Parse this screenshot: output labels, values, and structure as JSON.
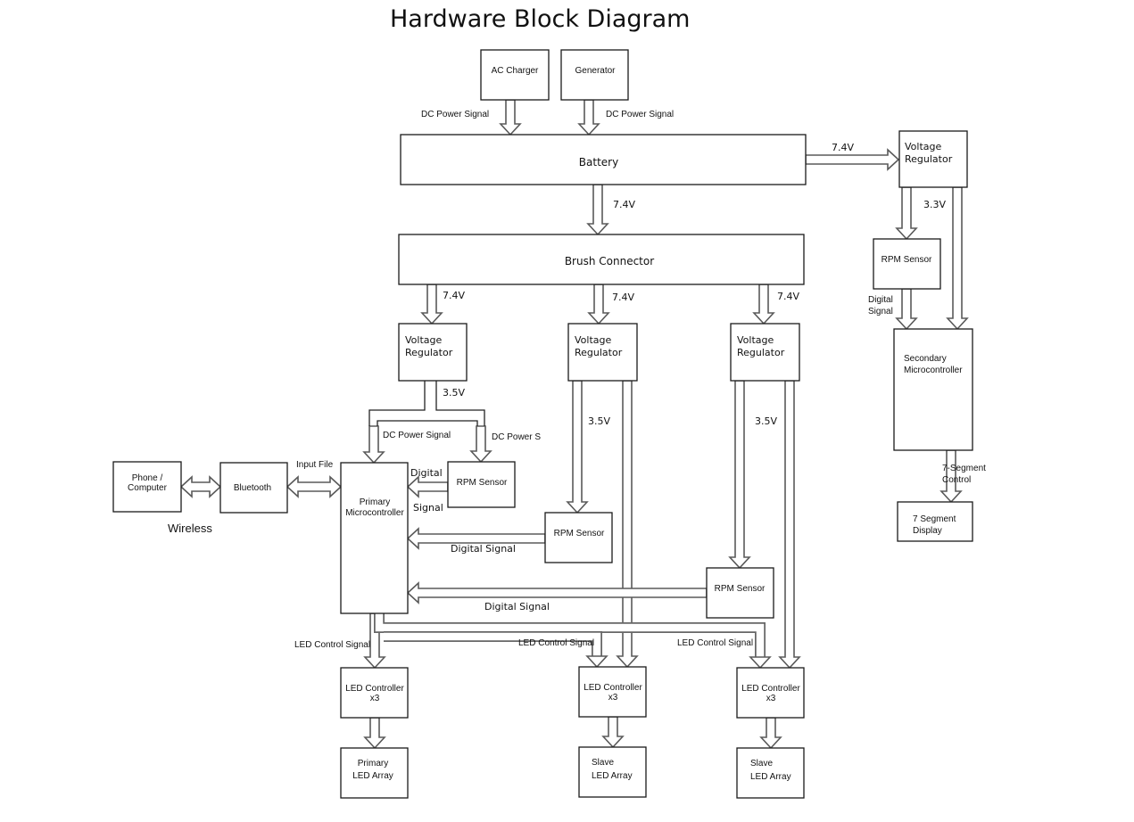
{
  "title": "Hardware Block Diagram",
  "blocks": {
    "ac_charger": "AC Charger",
    "generator": "Generator",
    "battery": "Battery",
    "brush_connector": "Brush Connector",
    "vreg_top": [
      "Voltage",
      "Regulator"
    ],
    "vreg_1": [
      "Voltage",
      "Regulator"
    ],
    "vreg_2": [
      "Voltage",
      "Regulator"
    ],
    "vreg_3": [
      "Voltage",
      "Regulator"
    ],
    "rpm_top": "RPM Sensor",
    "rpm_1": "RPM Sensor",
    "rpm_2": "RPM Sensor",
    "rpm_3": "RPM Sensor",
    "secondary_mcu": [
      "Secondary",
      "Microcontroller"
    ],
    "seven_seg": [
      "7 Segment",
      "Display"
    ],
    "phone": [
      "Phone /",
      "Computer"
    ],
    "bluetooth": "Bluetooth",
    "primary_mcu": [
      "Primary",
      "Microcontroller"
    ],
    "led_ctrl_1": [
      "LED Controller",
      "x3"
    ],
    "led_ctrl_2": [
      "LED Controller",
      "x3"
    ],
    "led_ctrl_3": [
      "LED Controller",
      "x3"
    ],
    "led_array_1": [
      "Primary",
      "LED Array"
    ],
    "led_array_2": [
      "Slave",
      "LED Array"
    ],
    "led_array_3": [
      "Slave",
      "LED Array"
    ]
  },
  "signals": {
    "dc_power_left": "DC Power Signal",
    "dc_power_right": "DC Power Signal",
    "battery_to_vreg": "7.4V",
    "battery_to_brush": "7.4V",
    "brush_out_1": "7.4V",
    "brush_out_2": "7.4V",
    "brush_out_3": "7.4V",
    "vreg_top_out": "3.3V",
    "rpm_top_out": [
      "Digital",
      "Signal"
    ],
    "seven_seg_ctrl": [
      "7-Segment",
      "Control"
    ],
    "vreg_1_out": "3.5V",
    "vreg_2_out": "3.5V",
    "vreg_3_out": "3.5V",
    "dc_power_mcu": "DC Power Signal",
    "dc_power_rpm": "DC Power S",
    "rpm_1_digital_top": "Digital",
    "rpm_1_digital_bottom": "Signal",
    "rpm_2_digital": "Digital Signal",
    "rpm_3_digital": "Digital Signal",
    "input_file": "Input File",
    "wireless": "Wireless",
    "led_ctrl_sig_1": "LED Control Signal",
    "led_ctrl_sig_2": "LED Control Signal",
    "led_ctrl_sig_3": "LED Control Signal"
  }
}
